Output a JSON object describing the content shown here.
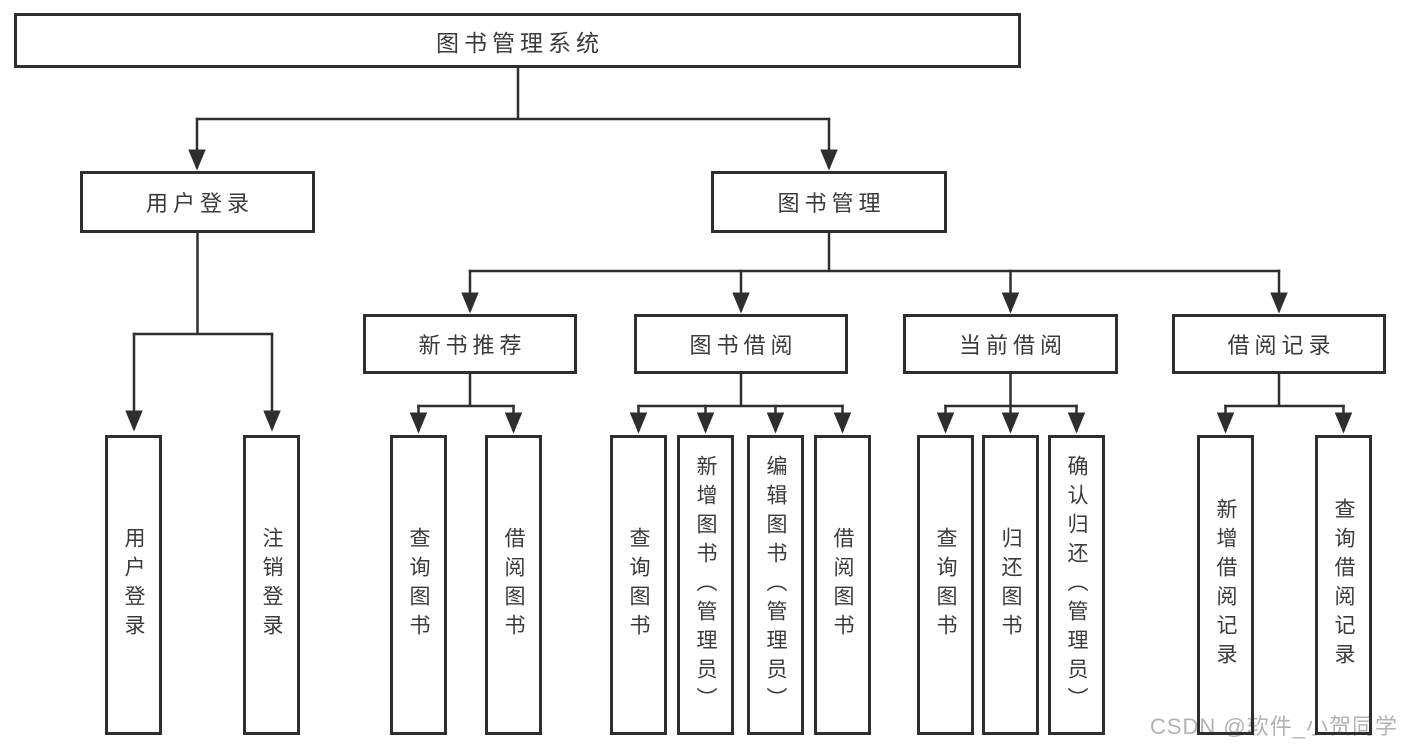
{
  "diagram": {
    "title": "图书管理系统",
    "nodes": {
      "root": {
        "label": "图书管理系统"
      },
      "user_login": {
        "label": "用户登录",
        "parent": "root"
      },
      "book_manage": {
        "label": "图书管理",
        "parent": "root"
      },
      "login": {
        "label": "用户登录",
        "parent": "user_login"
      },
      "logout": {
        "label": "注销登录",
        "parent": "user_login"
      },
      "new_book_rec": {
        "label": "新书推荐",
        "parent": "book_manage"
      },
      "book_borrow": {
        "label": "图书借阅",
        "parent": "book_manage"
      },
      "current_borrow": {
        "label": "当前借阅",
        "parent": "book_manage"
      },
      "borrow_record": {
        "label": "借阅记录",
        "parent": "book_manage"
      },
      "rec_query_books": {
        "label": "查询图书",
        "parent": "new_book_rec"
      },
      "rec_borrow_books": {
        "label": "借阅图书",
        "parent": "new_book_rec"
      },
      "bb_query_books": {
        "label": "查询图书",
        "parent": "book_borrow"
      },
      "bb_add_books": {
        "label": "新增图书（管理员）",
        "parent": "book_borrow"
      },
      "bb_edit_books": {
        "label": "编辑图书（管理员）",
        "parent": "book_borrow"
      },
      "bb_borrow_books": {
        "label": "借阅图书",
        "parent": "book_borrow"
      },
      "cb_query_books": {
        "label": "查询图书",
        "parent": "current_borrow"
      },
      "cb_return_books": {
        "label": "归还图书",
        "parent": "current_borrow"
      },
      "cb_confirm_return": {
        "label": "确认归还（管理员）",
        "parent": "current_borrow"
      },
      "br_add_record": {
        "label": "新增借阅记录",
        "parent": "borrow_record"
      },
      "br_query_record": {
        "label": "查询借阅记录",
        "parent": "borrow_record"
      }
    },
    "colors": {
      "line": "#2e2e2e",
      "box_border": "#2e2e2e",
      "text": "#3a3a3a",
      "watermark": "#b2b2b2",
      "page_background": "#ffffff"
    }
  },
  "watermark": {
    "text": "CSDN @软件_小贺同学"
  }
}
